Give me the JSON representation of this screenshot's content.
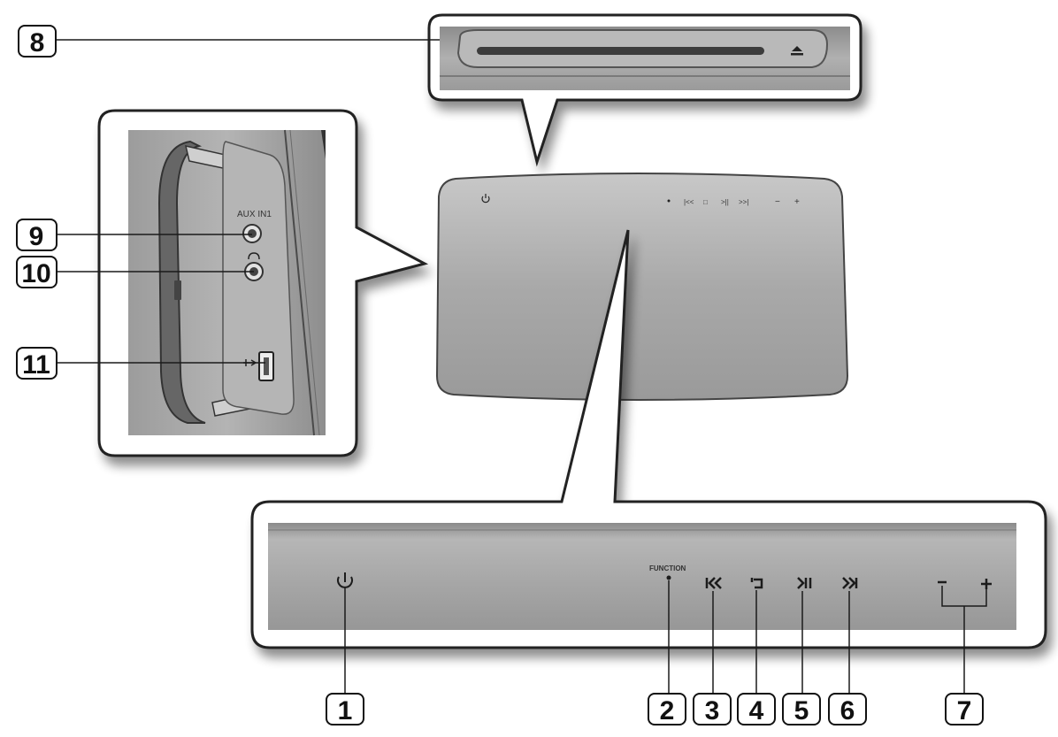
{
  "callouts": [
    {
      "id": "1",
      "label": "1"
    },
    {
      "id": "2",
      "label": "2"
    },
    {
      "id": "3",
      "label": "3"
    },
    {
      "id": "4",
      "label": "4"
    },
    {
      "id": "5",
      "label": "5"
    },
    {
      "id": "6",
      "label": "6"
    },
    {
      "id": "7",
      "label": "7"
    },
    {
      "id": "8",
      "label": "8"
    },
    {
      "id": "9",
      "label": "9"
    },
    {
      "id": "10",
      "label": "10"
    },
    {
      "id": "11",
      "label": "11"
    }
  ],
  "panel": {
    "function_label": "FUNCTION",
    "aux_label": "AUX IN1",
    "minus_symbol": "−",
    "plus_symbol": "+"
  },
  "icons": {
    "power": "power-icon",
    "prev": "skip-back-icon",
    "repeat": "repeat-icon",
    "play_pause": "play-pause-icon",
    "next": "skip-forward-icon",
    "eject": "eject-icon",
    "headphone": "headphone-icon",
    "usb": "usb-icon"
  }
}
